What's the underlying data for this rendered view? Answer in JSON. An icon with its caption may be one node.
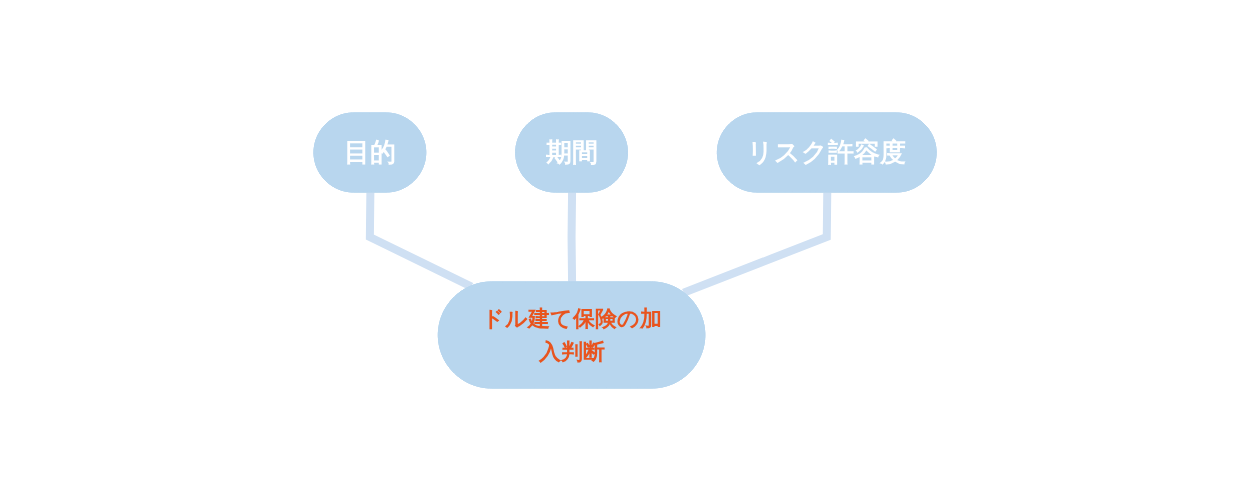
{
  "diagram": {
    "nodes": [
      {
        "text": [
          "期間"
        ]
      },
      {
        "text": [
          "目的"
        ]
      },
      {
        "text": [
          "リスク許容度"
        ]
      },
      {
        "text": [
          "ドル建て保険の加入判断"
        ]
      }
    ],
    "edges": [
      {
        "from": 1,
        "to": 3,
        "arrow": "none"
      },
      {
        "from": 0,
        "to": 3,
        "arrow": "none"
      },
      {
        "from": 2,
        "to": 3,
        "arrow": "none"
      }
    ]
  }
}
